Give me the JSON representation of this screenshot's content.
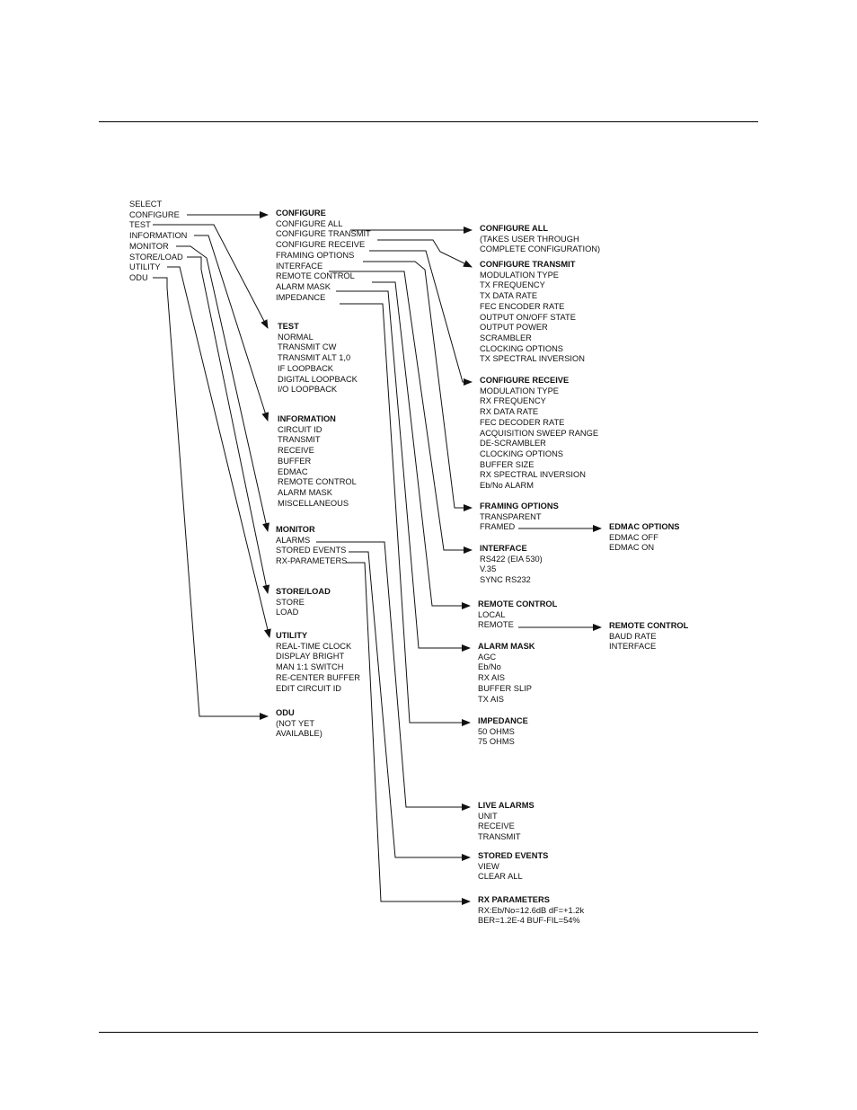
{
  "diagram": {
    "root": {
      "title": "SELECT",
      "items": [
        "CONFIGURE",
        "TEST",
        "INFORMATION",
        "MONITOR",
        "STORE/LOAD",
        "UTILITY",
        "ODU"
      ]
    },
    "configure": {
      "title": "CONFIGURE",
      "items": [
        "CONFIGURE ALL",
        "CONFIGURE TRANSMIT",
        "CONFIGURE RECEIVE",
        "FRAMING OPTIONS",
        "INTERFACE",
        "REMOTE CONTROL",
        "ALARM MASK",
        "IMPEDANCE"
      ]
    },
    "test": {
      "title": "TEST",
      "items": [
        "NORMAL",
        "TRANSMIT CW",
        "TRANSMIT ALT 1,0",
        "IF LOOPBACK",
        "DIGITAL LOOPBACK",
        "I/O LOOPBACK"
      ]
    },
    "information": {
      "title": "INFORMATION",
      "items": [
        "CIRCUIT ID",
        "TRANSMIT",
        "RECEIVE",
        "BUFFER",
        "EDMAC",
        "REMOTE CONTROL",
        "ALARM MASK",
        "MISCELLANEOUS"
      ]
    },
    "monitor": {
      "title": "MONITOR",
      "items": [
        "ALARMS",
        "STORED EVENTS",
        "RX-PARAMETERS"
      ]
    },
    "store_load": {
      "title": "STORE/LOAD",
      "items": [
        "STORE",
        "LOAD"
      ]
    },
    "utility": {
      "title": "UTILITY",
      "items": [
        "REAL-TIME CLOCK",
        "DISPLAY BRIGHT",
        "MAN 1:1 SWITCH",
        "RE-CENTER BUFFER",
        "EDIT CIRCUIT ID"
      ]
    },
    "odu": {
      "title": "ODU",
      "items": [
        "(NOT YET",
        "AVAILABLE)"
      ]
    },
    "configure_all": {
      "title": "CONFIGURE ALL",
      "items": [
        "(TAKES USER THROUGH",
        "COMPLETE CONFIGURATION)"
      ]
    },
    "configure_transmit": {
      "title": "CONFIGURE TRANSMIT",
      "items": [
        "MODULATION TYPE",
        "TX FREQUENCY",
        "TX DATA RATE",
        "FEC ENCODER RATE",
        "OUTPUT ON/OFF STATE",
        "OUTPUT POWER",
        "SCRAMBLER",
        "CLOCKING OPTIONS",
        "TX SPECTRAL INVERSION"
      ]
    },
    "configure_receive": {
      "title": "CONFIGURE RECEIVE",
      "items": [
        "MODULATION TYPE",
        "RX FREQUENCY",
        "RX DATA RATE",
        "FEC DECODER RATE",
        "ACQUISITION SWEEP RANGE",
        "DE-SCRAMBLER",
        "CLOCKING OPTIONS",
        "BUFFER SIZE",
        "RX SPECTRAL INVERSION",
        "Eb/No ALARM"
      ]
    },
    "framing_options": {
      "title": "FRAMING OPTIONS",
      "items": [
        "TRANSPARENT",
        "FRAMED"
      ]
    },
    "edmac_options": {
      "title": "EDMAC OPTIONS",
      "items": [
        "EDMAC OFF",
        "EDMAC ON"
      ]
    },
    "interface": {
      "title": "INTERFACE",
      "items": [
        "RS422 (EIA 530)",
        "V.35",
        "SYNC RS232"
      ]
    },
    "remote_control": {
      "title": "REMOTE CONTROL",
      "items": [
        "LOCAL",
        "REMOTE"
      ]
    },
    "remote_control_sub": {
      "title": "REMOTE CONTROL",
      "items": [
        "BAUD RATE",
        "INTERFACE"
      ]
    },
    "alarm_mask": {
      "title": "ALARM MASK",
      "items": [
        "AGC",
        "Eb/No",
        "RX AIS",
        "BUFFER SLIP",
        "TX AIS"
      ]
    },
    "impedance": {
      "title": "IMPEDANCE",
      "items": [
        "50 OHMS",
        "75 OHMS"
      ]
    },
    "live_alarms": {
      "title": "LIVE ALARMS",
      "items": [
        "UNIT",
        "RECEIVE",
        "TRANSMIT"
      ]
    },
    "stored_events": {
      "title": "STORED EVENTS",
      "items": [
        "VIEW",
        "CLEAR ALL"
      ]
    },
    "rx_parameters": {
      "title": "RX PARAMETERS",
      "items": [
        "RX:Eb/No=12.6dB dF=+1.2k",
        "BER=1.2E-4  BUF-FIL=54%"
      ]
    }
  }
}
